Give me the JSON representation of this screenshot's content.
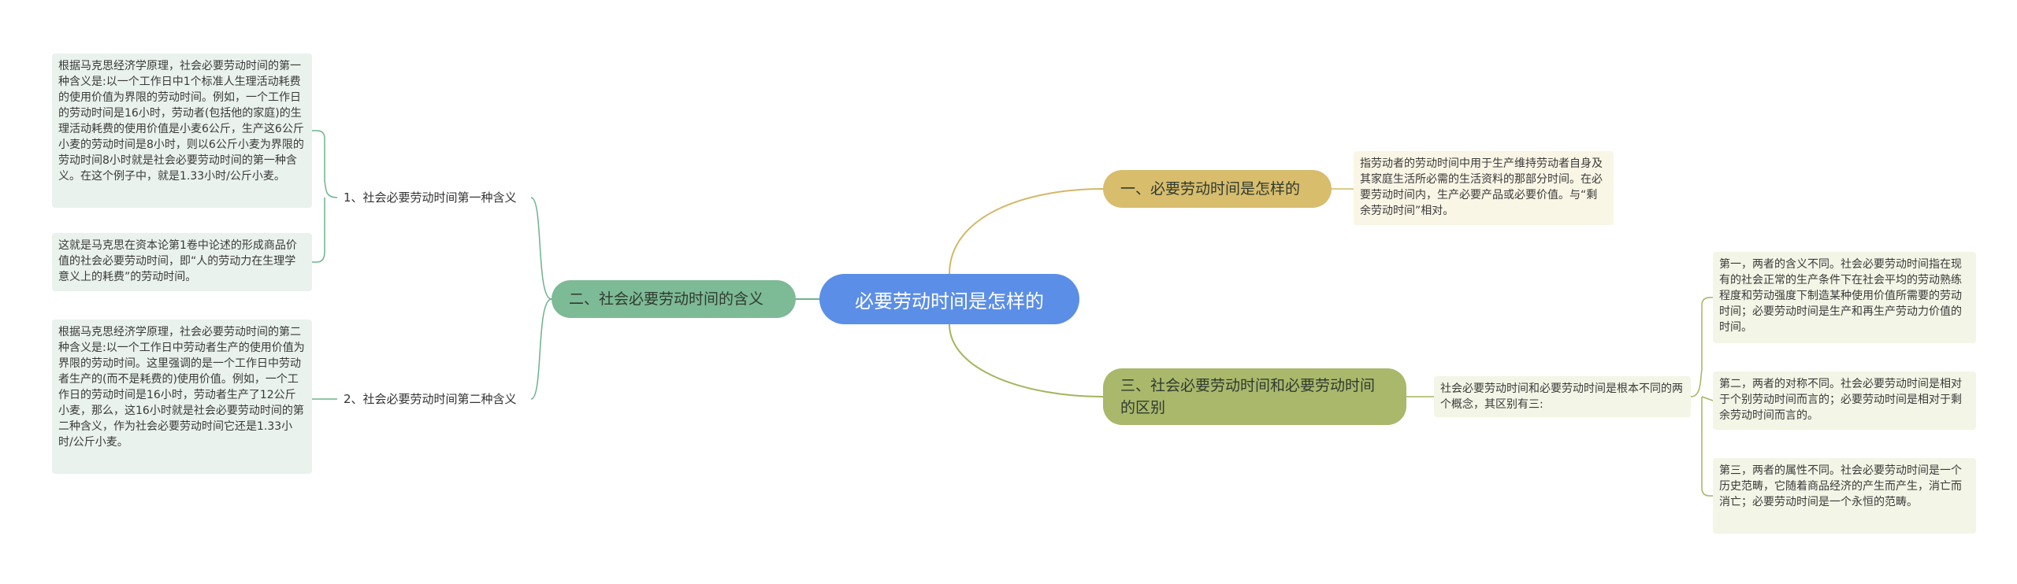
{
  "colors": {
    "root": "#5b8ee6",
    "branch1": "#d8bd6d",
    "branch2": "#7dba96",
    "branch3": "#aab86c",
    "link1": "#d4b868",
    "link2": "#6db38c",
    "link3": "#a6b45e"
  },
  "root": {
    "label": "必要劳动时间是怎样的"
  },
  "branch1": {
    "label": "一、必要劳动时间是怎样的",
    "leaf": "指劳动者的劳动时间中用于生产维持劳动者自身及其家庭生活所必需的生活资料的那部分时间。在必要劳动时间内，生产必要产品或必要价值。与“剩余劳动时间”相对。"
  },
  "branch2": {
    "label": "二、社会必要劳动时间的含义",
    "sub1": {
      "label": "1、社会必要劳动时间第一种含义",
      "leaf1": "根据马克思经济学原理，社会必要劳动时间的第一种含义是:以一个工作日中1个标准人生理活动耗费的使用价值为界限的劳动时间。例如，一个工作日的劳动时间是16小时，劳动者(包括他的家庭)的生理活动耗费的使用价值是小麦6公斤，生产这6公斤小麦的劳动时间是8小时，则以6公斤小麦为界限的劳动时间8小时就是社会必要劳动时间的第一种含义。在这个例子中，就是1.33小时/公斤小麦。",
      "leaf2": "这就是马克思在资本论第1卷中论述的形成商品价值的社会必要劳动时间，即“人的劳动力在生理学意义上的耗费”的劳动时间。"
    },
    "sub2": {
      "label": "2、社会必要劳动时间第二种含义",
      "leaf1": "根据马克思经济学原理，社会必要劳动时间的第二种含义是:以一个工作日中劳动者生产的使用价值为界限的劳动时间。这里强调的是一个工作日中劳动者生产的(而不是耗费的)使用价值。例如，一个工作日的劳动时间是16小时，劳动者生产了12公斤小麦，那么，这16小时就是社会必要劳动时间的第二种含义，作为社会必要劳动时间它还是1.33小时/公斤小麦。"
    }
  },
  "branch3": {
    "label": "三、社会必要劳动时间和必要劳动时间的区别",
    "sub": "社会必要劳动时间和必要劳动时间是根本不同的两个概念，其区别有三:",
    "leaf1": "第一，两者的含义不同。社会必要劳动时间指在现有的社会正常的生产条件下在社会平均的劳动熟练程度和劳动强度下制造某种使用价值所需要的劳动时间；必要劳动时间是生产和再生产劳动力价值的时间。",
    "leaf2": "第二，两者的对称不同。社会必要劳动时间是相对于个别劳动时间而言的；必要劳动时间是相对于剩余劳动时间而言的。",
    "leaf3": "第三，两者的属性不同。社会必要劳动时间是一个历史范畴，它随着商品经济的产生而产生，消亡而消亡；必要劳动时间是一个永恒的范畴。"
  }
}
